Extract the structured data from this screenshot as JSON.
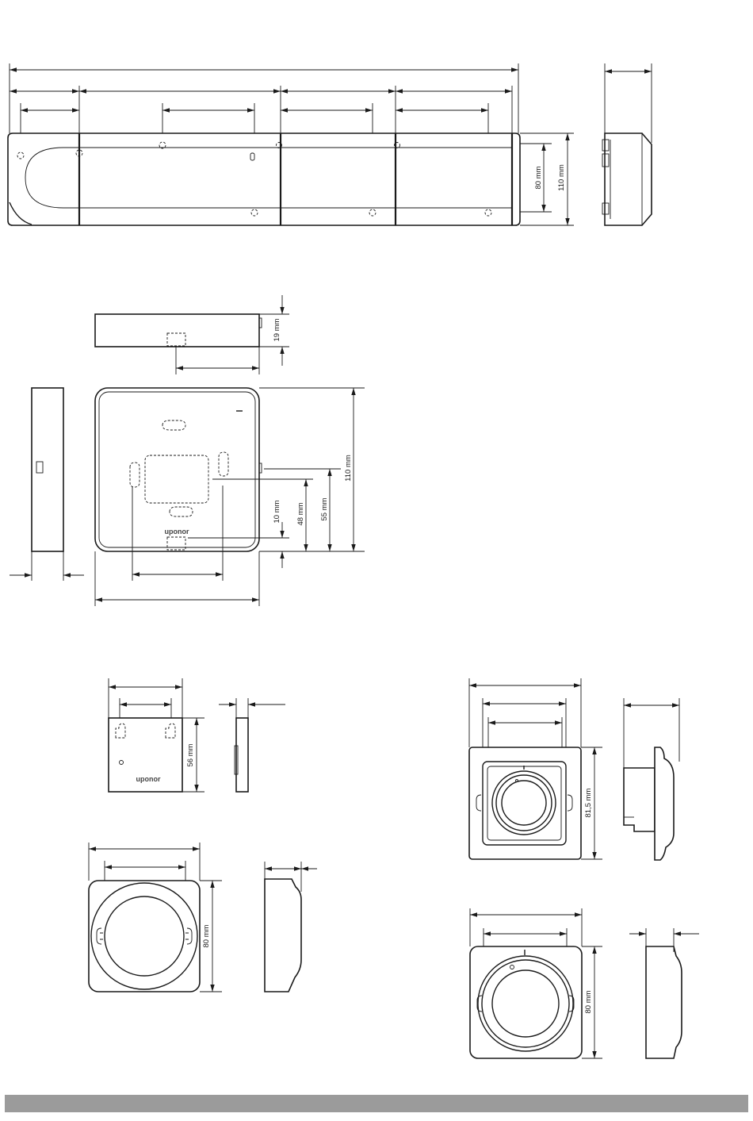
{
  "labels": {
    "controller_depth": "80 mm",
    "controller_height": "110 mm",
    "module_thickness": "19 mm",
    "module_height": "110 mm",
    "module_55": "55 mm",
    "module_48": "48 mm",
    "module_10": "10 mm",
    "sensor_height": "56 mm",
    "thermostat_80_left": "80 mm",
    "thermostat_81_5": "81,5 mm",
    "thermostat_80_right": "80 mm"
  },
  "logos": {
    "module_logo": "uponor",
    "sensor_logo": "uponor"
  },
  "footer": {
    "color": "#9b9b9b"
  }
}
